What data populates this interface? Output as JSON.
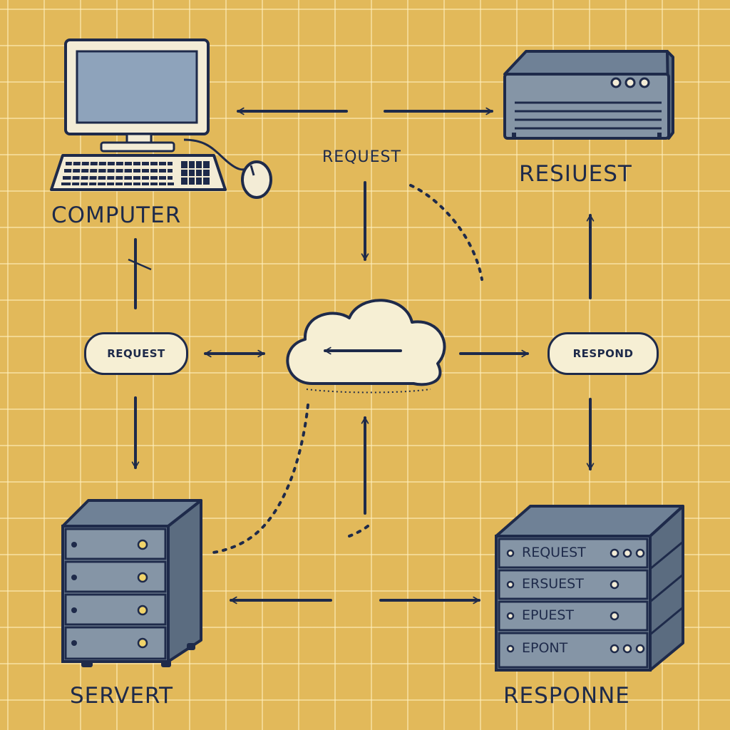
{
  "labels": {
    "computer": "COMPUTER",
    "top_request": "REQUEST",
    "router_label": "RESIUEST",
    "left_pill": "REQUEST",
    "right_pill": "RESPOND",
    "server": "SERVERT",
    "response": "RESPONNE"
  },
  "rack_rows": [
    "REQUEST",
    "ERSUEST",
    "EPUEST",
    "EPONT"
  ],
  "colors": {
    "background": "#e2b95a",
    "ink": "#1e2a4a",
    "device_gray": "#8595a6",
    "screen_blue": "#8ea3bb",
    "cloud_fill": "#f6efd4",
    "led_yellow": "#f1d46a"
  }
}
